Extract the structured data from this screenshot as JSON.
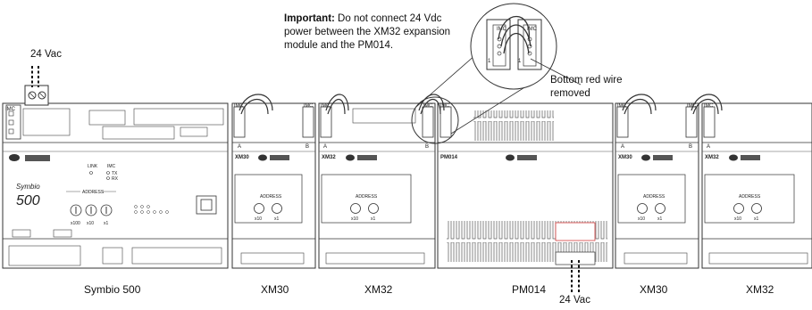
{
  "note": {
    "bold": "Important:",
    "text": " Do not connect 24 Vdc power between the XM32 expansion module and the PM014."
  },
  "top_left_power": "24 Vac",
  "bottom_power": "24 Vac",
  "callout": {
    "line1": "Bottom red wire",
    "line2": "removed"
  },
  "modules": [
    {
      "caption": "Symbio 500",
      "brand": "Symbio",
      "model": "500",
      "address_label": "ADDRESS",
      "dials": [
        "x100",
        "x10",
        "x1"
      ],
      "status": [
        "LINK",
        "IMC",
        "TX",
        "RX"
      ],
      "connector": "IMC"
    },
    {
      "caption": "XM30",
      "model": "XM30",
      "address_label": "ADDRESS",
      "dials": [
        "x10",
        "x1"
      ],
      "tag": "A",
      "tag2": "B",
      "connector": "IMC"
    },
    {
      "caption": "XM32",
      "model": "XM32",
      "address_label": "ADDRESS",
      "dials": [
        "x10",
        "x1"
      ],
      "tag": "A",
      "tag2": "B",
      "connector": "IMC"
    },
    {
      "caption": "PM014",
      "model": "PM014",
      "connector": "IMC"
    },
    {
      "caption": "XM30",
      "model": "XM30",
      "address_label": "ADDRESS",
      "dials": [
        "x10",
        "x1"
      ],
      "tag": "A",
      "tag2": "B",
      "connector": "IMC"
    },
    {
      "caption": "XM32",
      "model": "XM32",
      "address_label": "ADDRESS",
      "dials": [
        "x10",
        "x1"
      ],
      "tag": "A",
      "connector": "IMC"
    }
  ],
  "zoom_labels": {
    "a": "IMC",
    "b": "IMC",
    "one_left": "1",
    "one_right": "1"
  },
  "colors": {
    "line": "#333333",
    "light": "#777777",
    "accent_red": "#d23b3b"
  }
}
